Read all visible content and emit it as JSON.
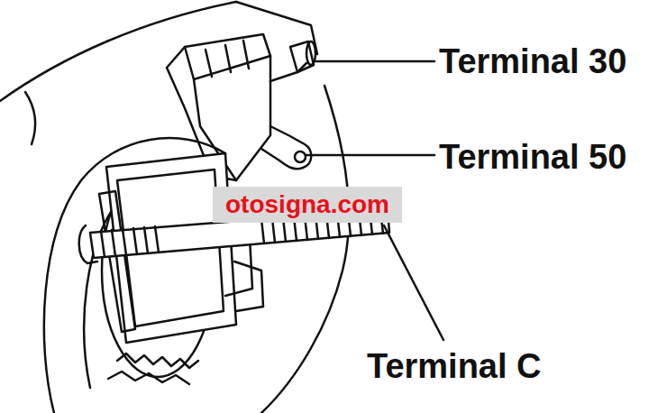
{
  "diagram": {
    "labels": [
      "Terminal 30",
      "Terminal 50",
      "Terminal C",
      "otosigna.com"
    ]
  }
}
